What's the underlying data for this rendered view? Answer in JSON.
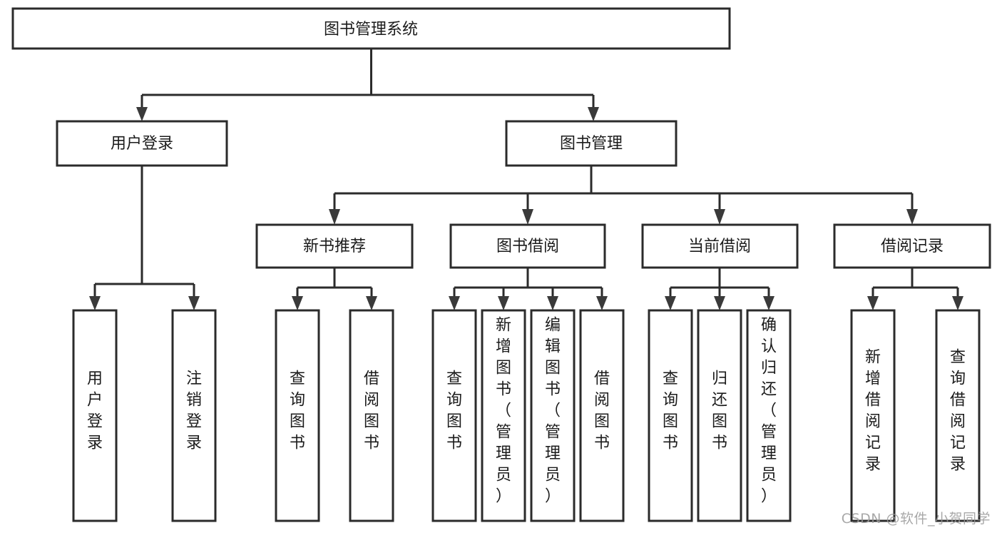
{
  "diagram": {
    "type": "tree-hierarchy",
    "title": "图书管理系统",
    "watermark": "CSDN @软件_小贺同学",
    "colors": {
      "background": "#ffffff",
      "box_fill": "#ffffff",
      "box_stroke": "#2b2b2b",
      "text": "#1b1b1b",
      "arrow": "#3a3a3a",
      "watermark": "#9a9a9a"
    },
    "root": {
      "label": "图书管理系统"
    },
    "level1": [
      {
        "id": "user-login",
        "label": "用户登录"
      },
      {
        "id": "book-manage",
        "label": "图书管理"
      }
    ],
    "level2": [
      {
        "id": "new-book-recommend",
        "label": "新书推荐",
        "parent": "book-manage"
      },
      {
        "id": "book-borrow",
        "label": "图书借阅",
        "parent": "book-manage"
      },
      {
        "id": "current-borrow",
        "label": "当前借阅",
        "parent": "book-manage"
      },
      {
        "id": "borrow-record",
        "label": "借阅记录",
        "parent": "book-manage"
      }
    ],
    "leaves": {
      "user-login": [
        {
          "id": "leaf-user-login",
          "label": "用户登录"
        },
        {
          "id": "leaf-user-logout",
          "label": "注销登录"
        }
      ],
      "new-book-recommend": [
        {
          "id": "leaf-query-book-1",
          "label": "查询图书"
        },
        {
          "id": "leaf-borrow-book-1",
          "label": "借阅图书"
        }
      ],
      "book-borrow": [
        {
          "id": "leaf-query-book-2",
          "label": "查询图书"
        },
        {
          "id": "leaf-add-book",
          "label": "新增图书（管理员）"
        },
        {
          "id": "leaf-edit-book",
          "label": "编辑图书（管理员）"
        },
        {
          "id": "leaf-borrow-book-2",
          "label": "借阅图书"
        }
      ],
      "current-borrow": [
        {
          "id": "leaf-query-book-3",
          "label": "查询图书"
        },
        {
          "id": "leaf-return-book",
          "label": "归还图书"
        },
        {
          "id": "leaf-confirm-return",
          "label": "确认归还（管理员）"
        }
      ],
      "borrow-record": [
        {
          "id": "leaf-add-record",
          "label": "新增借阅记录"
        },
        {
          "id": "leaf-query-record",
          "label": "查询借阅记录"
        }
      ]
    }
  }
}
